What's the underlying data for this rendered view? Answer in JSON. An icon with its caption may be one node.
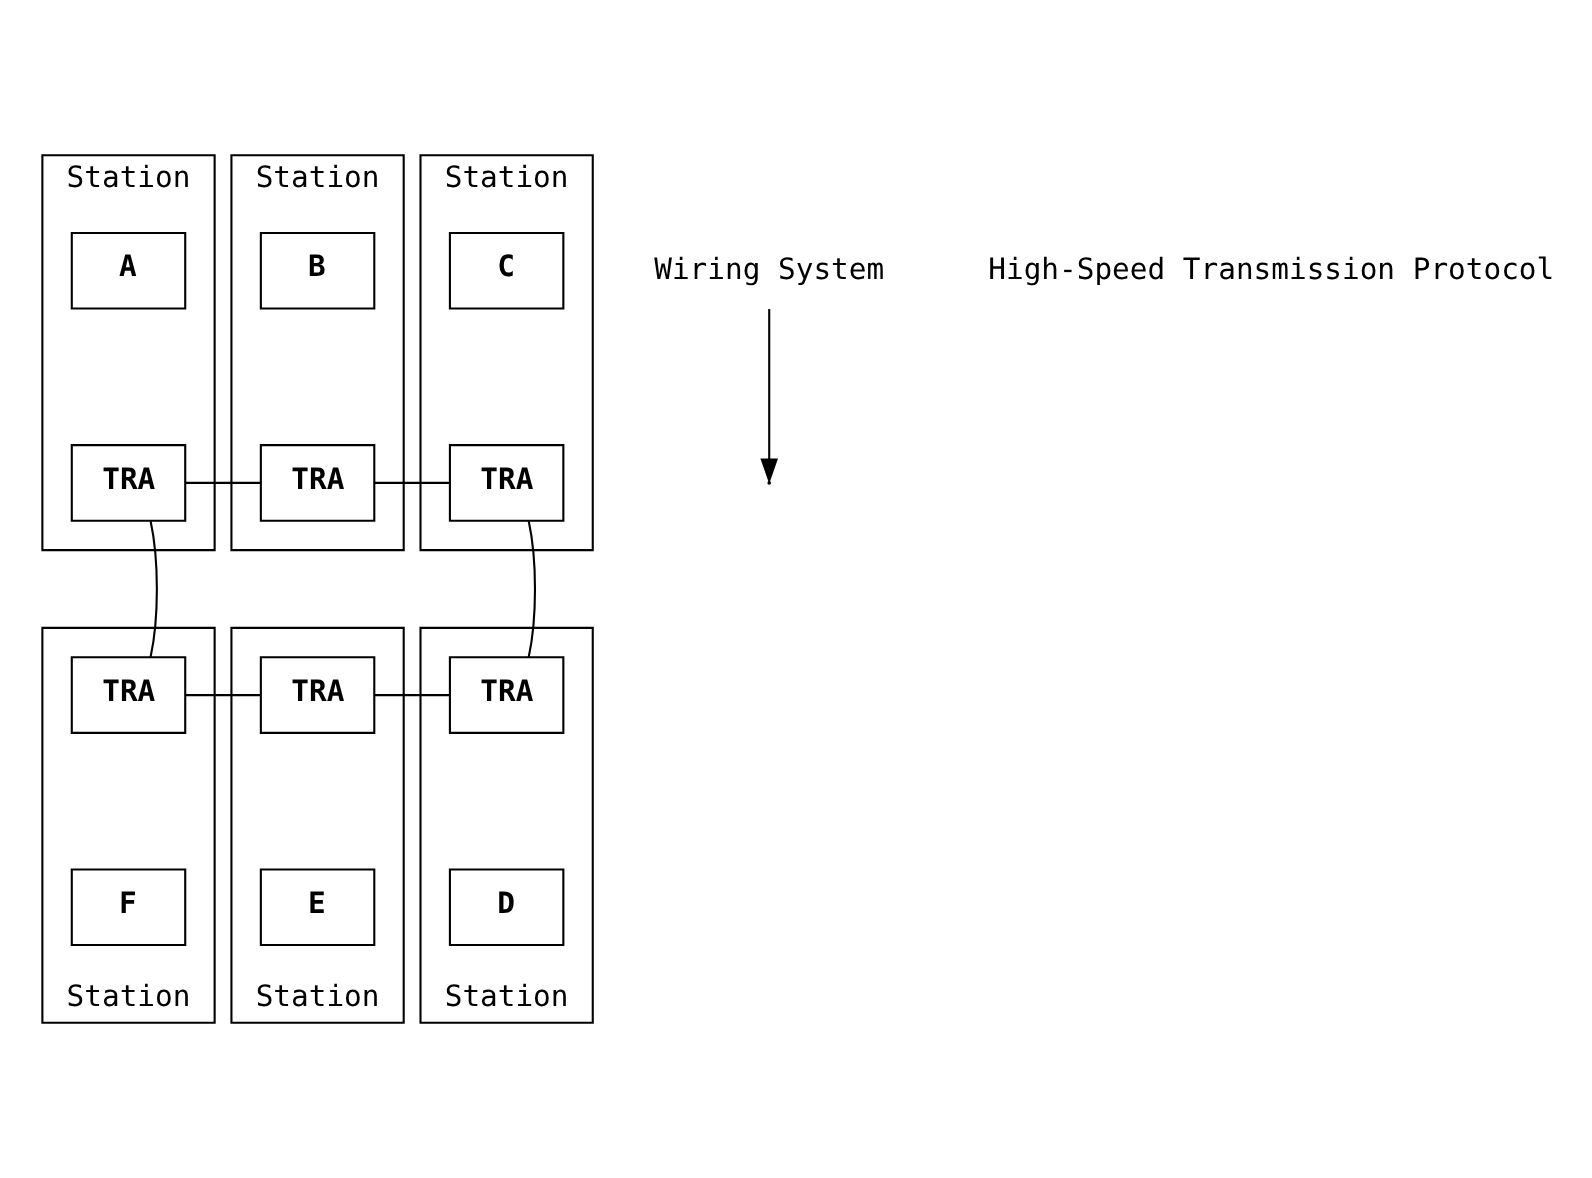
{
  "diagram": {
    "nodes": [
      {
        "text": [
          "Station"
        ]
      },
      {
        "text": [
          "A"
        ],
        "in": 0
      },
      {
        "text": [
          "TRA"
        ],
        "in": 0
      },
      {
        "text": [
          "Station"
        ]
      },
      {
        "text": [
          "B"
        ],
        "in": 3
      },
      {
        "text": [
          "TRA"
        ],
        "in": 3
      },
      {
        "text": [
          "Station"
        ]
      },
      {
        "text": [
          "C"
        ],
        "in": 6
      },
      {
        "text": [
          "TRA"
        ],
        "in": 6
      },
      {
        "text": [
          "Wiring System"
        ]
      },
      {
        "text": [
          "Station"
        ]
      },
      {
        "text": [
          "TRA"
        ],
        "in": 10
      },
      {
        "text": [
          "F"
        ],
        "in": 10
      },
      {
        "text": [
          "Station"
        ]
      },
      {
        "text": [
          "TRA"
        ],
        "in": 13
      },
      {
        "text": [
          "E"
        ],
        "in": 13
      },
      {
        "text": [
          "Station"
        ]
      },
      {
        "text": [
          "TRA"
        ],
        "in": 16
      },
      {
        "text": [
          "D"
        ],
        "in": 16
      }
    ],
    "edges": [
      {
        "from": 2,
        "to": 5,
        "arrow": "none"
      },
      {
        "from": 5,
        "to": 8,
        "arrow": "none"
      },
      {
        "from": 8,
        "to": 17,
        "arrow": "none"
      },
      {
        "from": 17,
        "to": 14,
        "arrow": "none"
      },
      {
        "from": 14,
        "to": 11,
        "arrow": "none"
      },
      {
        "from": 11,
        "to": 2,
        "arrow": "none"
      },
      {
        "from": 9,
        "to": null,
        "arrow": "to"
      }
    ],
    "labels": [
      "High-Speed Transmission Protocol"
    ]
  }
}
